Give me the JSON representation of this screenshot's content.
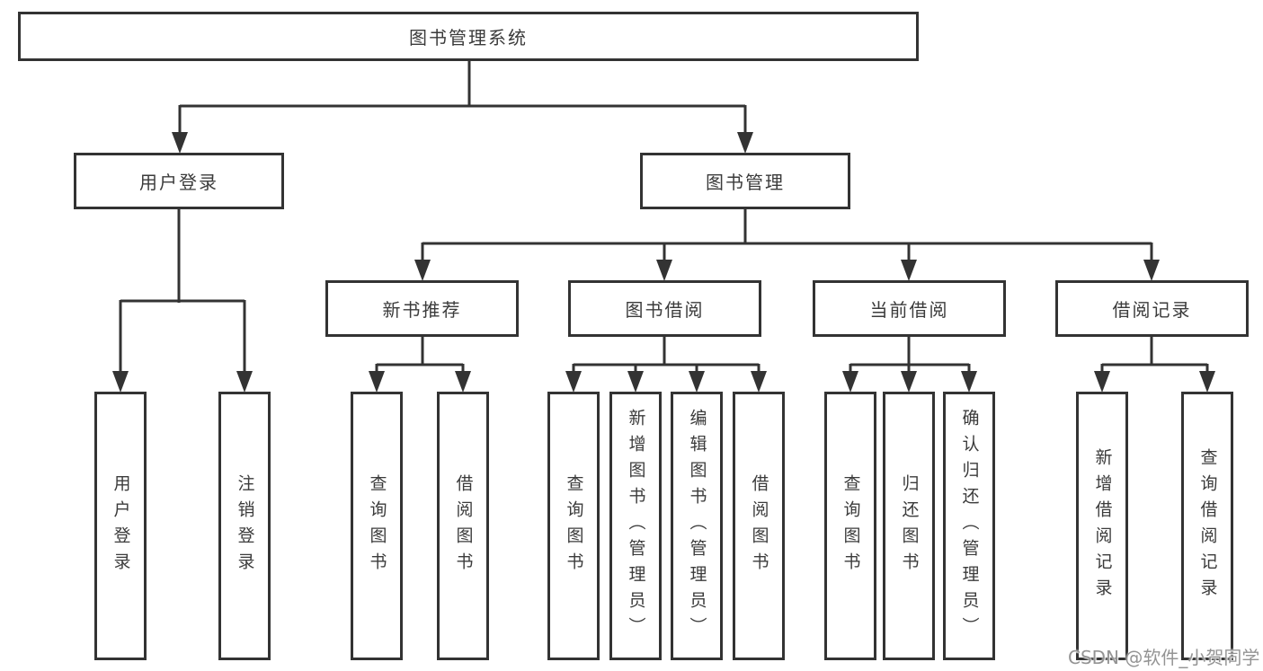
{
  "tree": {
    "root": {
      "label": "图书管理系统"
    },
    "branches": [
      {
        "label": "用户登录",
        "children": [
          {
            "label": "用户登录"
          },
          {
            "label": "注销登录"
          }
        ]
      },
      {
        "label": "图书管理",
        "children": [
          {
            "label": "新书推荐",
            "children": [
              {
                "label": "查询图书"
              },
              {
                "label": "借阅图书"
              }
            ]
          },
          {
            "label": "图书借阅",
            "children": [
              {
                "label": "查询图书"
              },
              {
                "label": "新增图书（管理员）"
              },
              {
                "label": "编辑图书（管理员）"
              },
              {
                "label": "借阅图书"
              }
            ]
          },
          {
            "label": "当前借阅",
            "children": [
              {
                "label": "查询图书"
              },
              {
                "label": "归还图书"
              },
              {
                "label": "确认归还（管理员）"
              }
            ]
          },
          {
            "label": "借阅记录",
            "children": [
              {
                "label": "新增借阅记录"
              },
              {
                "label": "查询借阅记录"
              }
            ]
          }
        ]
      }
    ]
  },
  "watermark": {
    "text": "CSDN @软件_小贺同学"
  },
  "colors": {
    "line": "#333333",
    "box_border": "#333333",
    "text": "#3b3b3b",
    "watermark": "#949494",
    "background": "#ffffff"
  }
}
